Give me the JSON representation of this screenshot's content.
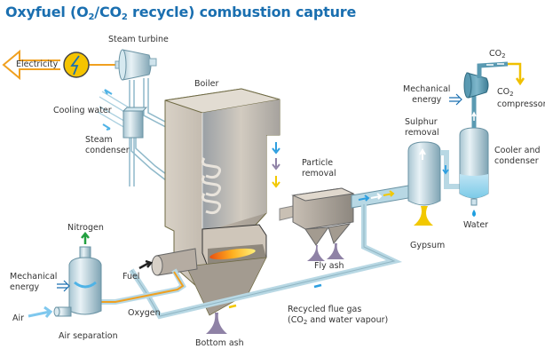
{
  "title": {
    "prefix": "Oxyfuel (O",
    "sub1": "2",
    "mid": "/CO",
    "sub2": "2",
    "suffix": " recycle) combustion capture"
  },
  "colors": {
    "title": "#1a6fb0",
    "pipe": "#b8d8e4",
    "oxygen_line": "#f0a020",
    "electricity_arrow": "#f0a020",
    "generator": "#f5c400",
    "boiler": "#bdb3a6",
    "ash": "#8f82a6",
    "gypsum": "#f2c800",
    "water": "#1e9fe0",
    "nitrogen_arrow": "#22a040"
  },
  "labels": {
    "electricity": "Electricity",
    "steam_turbine": "Steam turbine",
    "cooling_water": "Cooling water",
    "steam_condenser_line1": "Steam",
    "steam_condenser_line2": "condenser",
    "boiler": "Boiler",
    "nitrogen": "Nitrogen",
    "mech_energy_left_line1": "Mechanical",
    "mech_energy_left_line2": "energy",
    "fuel": "Fuel",
    "air": "Air",
    "oxygen": "Oxygen",
    "air_separation": "Air separation",
    "bottom_ash": "Bottom ash",
    "particle_removal_line1": "Particle",
    "particle_removal_line2": "removal",
    "fly_ash": "Fly ash",
    "recycled_line1": "Recycled flue gas",
    "recycled_line2_prefix": "(CO",
    "recycled_line2_sub": "2",
    "recycled_line2_suffix": " and water vapour)",
    "sulphur_line1": "Sulphur",
    "sulphur_line2": "removal",
    "gypsum": "Gypsum",
    "water": "Water",
    "cooler_line1": "Cooler and",
    "cooler_line2": "condenser",
    "mech_energy_right_line1": "Mechanical",
    "mech_energy_right_line2": "energy",
    "co2_top_prefix": "CO",
    "co2_top_sub": "2",
    "co2_comp_prefix": "CO",
    "co2_comp_sub": "2",
    "co2_comp_line2": "compressor"
  }
}
